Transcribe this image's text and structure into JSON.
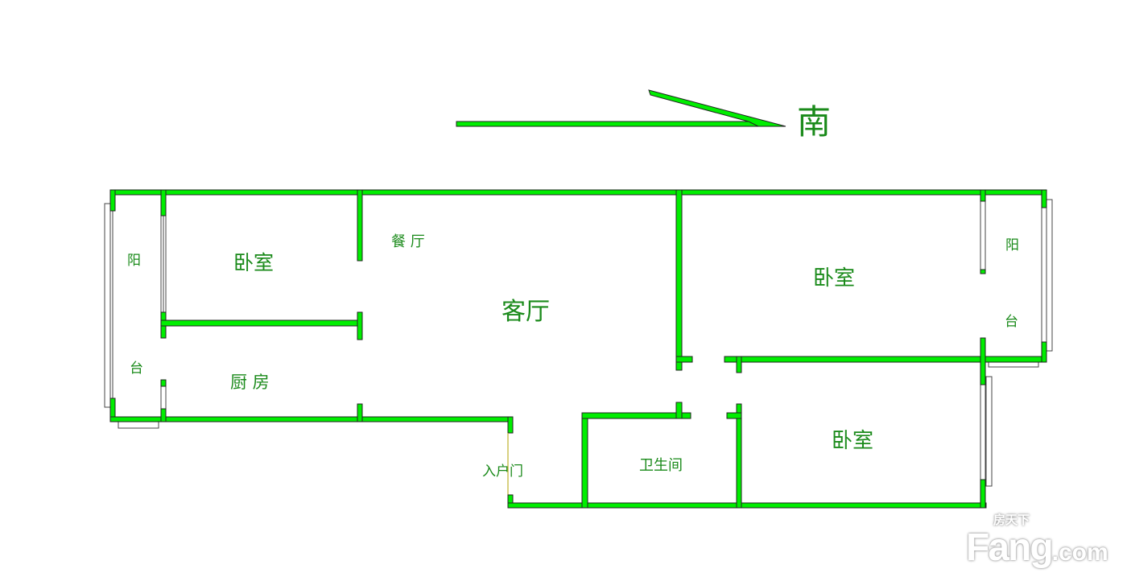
{
  "compass": {
    "direction_label": "南"
  },
  "rooms": {
    "balcony_left_1": "阳",
    "balcony_left_2": "台",
    "bedroom_nw": "卧室",
    "dining": "餐 厅",
    "living": "客厅",
    "kitchen": "厨 房",
    "entrance": "入户门",
    "bathroom": "卫生间",
    "bedroom_ne": "卧室",
    "bedroom_se": "卧室",
    "balcony_right_1": "阳",
    "balcony_right_2": "台"
  },
  "watermark": {
    "brand_cn": "房天下",
    "brand_en": "Fang",
    "brand_suffix": ".com"
  },
  "colors": {
    "wall": "#00ee00",
    "label": "#1a8a1a"
  }
}
